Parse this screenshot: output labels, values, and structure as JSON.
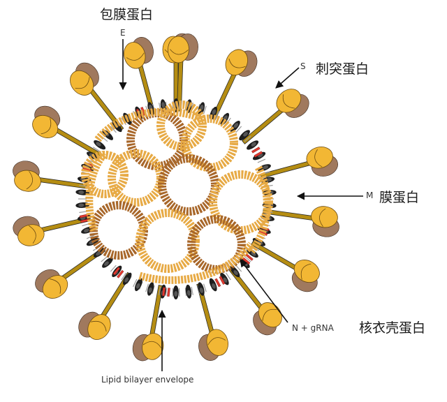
{
  "labels": {
    "envelope_protein_cn": "包膜蛋白",
    "envelope_protein_code": "E",
    "spike_protein_code": "S",
    "spike_protein_cn": "刺突蛋白",
    "membrane_protein_code": "M",
    "membrane_protein_cn": "膜蛋白",
    "nucleocapsid_code": "N + gRNA",
    "nucleocapsid_cn": "核衣壳蛋白",
    "lipid_envelope": "Lipid bilayer envelope"
  },
  "colors": {
    "spike_front": "#f2b734",
    "spike_back": "#a0795e",
    "spike_stalk": "#b58d12",
    "membrane_protein": "#1e1e1e",
    "envelope_protein": "#e23a2f",
    "lipid": "#9c9c9c",
    "nucleocapsid_light": "#e7aa45",
    "nucleocapsid_dark": "#a8672a",
    "arrow": "#111111"
  }
}
